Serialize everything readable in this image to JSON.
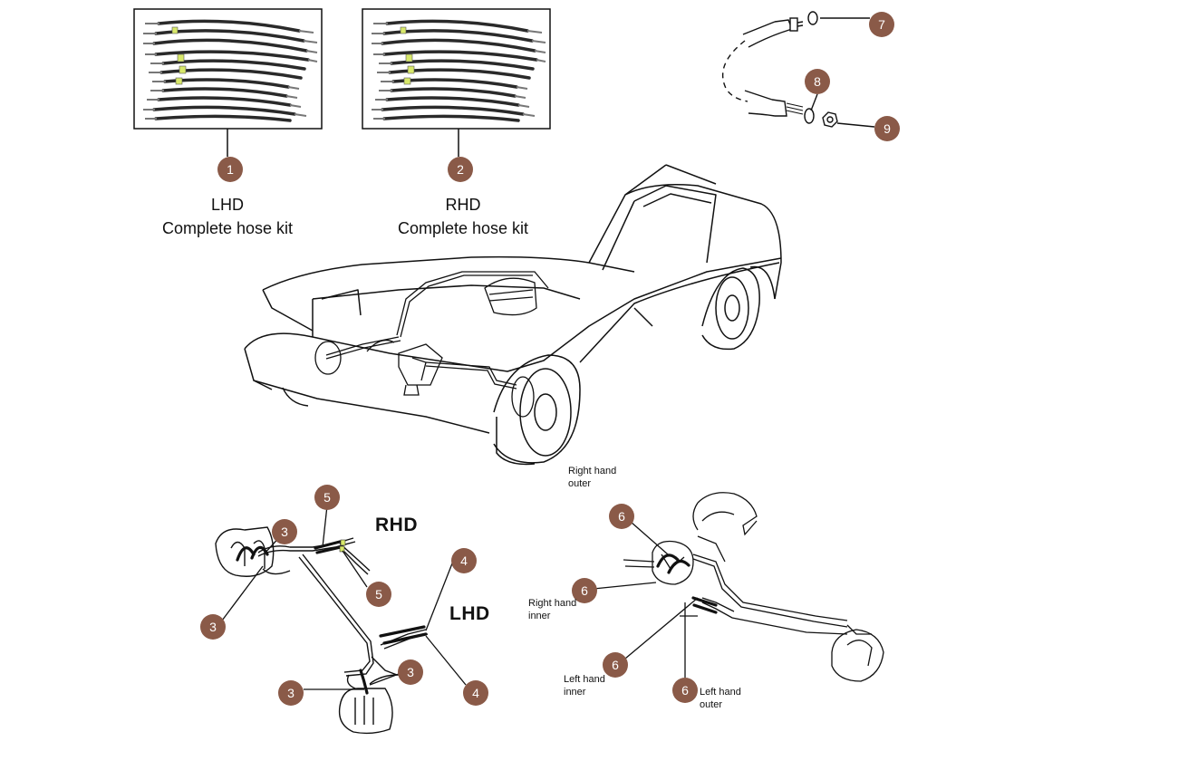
{
  "kits": [
    {
      "callout": "1",
      "title_line1": "LHD",
      "title_line2": "Complete hose kit"
    },
    {
      "callout": "2",
      "title_line1": "RHD",
      "title_line2": "Complete hose kit"
    }
  ],
  "callouts": {
    "c3a": "3",
    "c3b": "3",
    "c3c": "3",
    "c3d": "3",
    "c4a": "4",
    "c4b": "4",
    "c5a": "5",
    "c5b": "5",
    "c6a": "6",
    "c6b": "6",
    "c6c": "6",
    "c6d": "6",
    "c7": "7",
    "c8": "8",
    "c9": "9"
  },
  "labels": {
    "rhd": "RHD",
    "lhd": "LHD",
    "right_hand_outer": [
      "Right hand",
      "outer"
    ],
    "right_hand_inner": [
      "Right hand",
      "inner"
    ],
    "left_hand_inner": [
      "Left hand",
      "inner"
    ],
    "left_hand_outer": [
      "Left hand",
      "outer"
    ]
  },
  "colors": {
    "callout": "#8a5a48",
    "line": "#111111",
    "hose": "#2a2a2a",
    "sleeve": "#d8e86a"
  }
}
